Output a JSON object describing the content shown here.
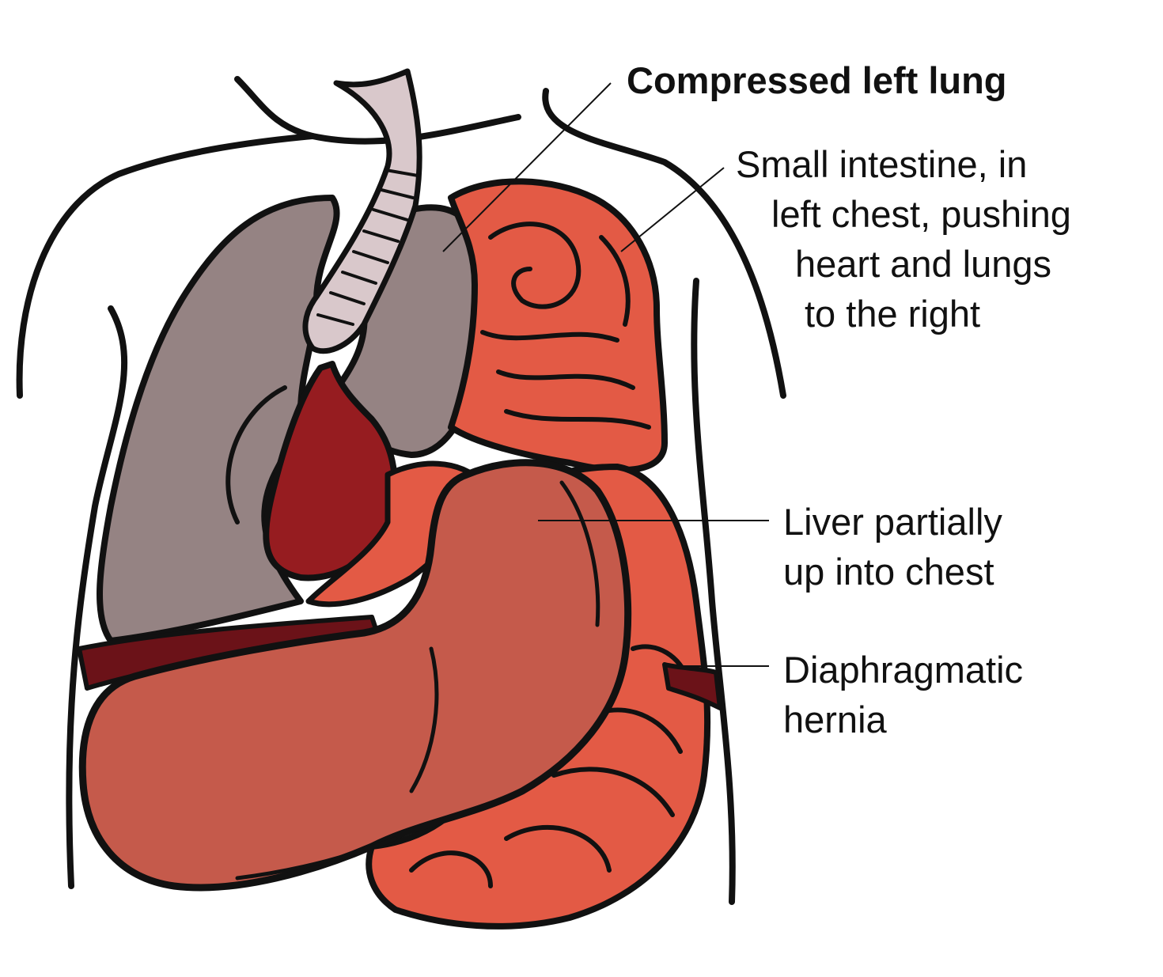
{
  "labels": {
    "compressed_lung": "Compressed left lung",
    "small_intestine": [
      "Small intestine, in",
      "left chest, pushing",
      "heart and lungs",
      "to the right"
    ],
    "liver": [
      "Liver partially",
      "up into chest"
    ],
    "hernia": [
      "Diaphragmatic",
      "hernia"
    ]
  },
  "colors": {
    "outline": "#111111",
    "lung": "#958383",
    "trachea": "#d9c8cb",
    "heart": "#961c20",
    "intestine": "#e35a45",
    "liver": "#c55a4b",
    "diaphragm": "#6b1218",
    "background": "#ffffff"
  }
}
